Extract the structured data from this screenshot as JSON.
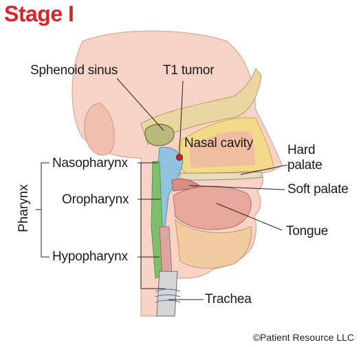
{
  "title": "Stage I",
  "labels": {
    "sphenoid_sinus": "Sphenoid sinus",
    "t1_tumor": "T1 tumor",
    "nasal_cavity": "Nasal cavity",
    "hard_palate_line1": "Hard",
    "hard_palate_line2": "palate",
    "soft_palate": "Soft palate",
    "tongue": "Tongue",
    "trachea": "Trachea",
    "nasopharynx": "Nasopharynx",
    "oropharynx": "Oropharynx",
    "hypopharynx": "Hypopharynx",
    "pharynx": "Pharynx"
  },
  "copyright": "©Patient Resource LLC",
  "colors": {
    "title": "#d8232a",
    "skin": "#f2c3b2",
    "nasal_cavity": "#f3d98a",
    "pharynx_blue": "#8fc3df",
    "pharynx_green": "#7fbf6a",
    "tongue": "#e6a79c",
    "tumor": "#c0262d"
  }
}
